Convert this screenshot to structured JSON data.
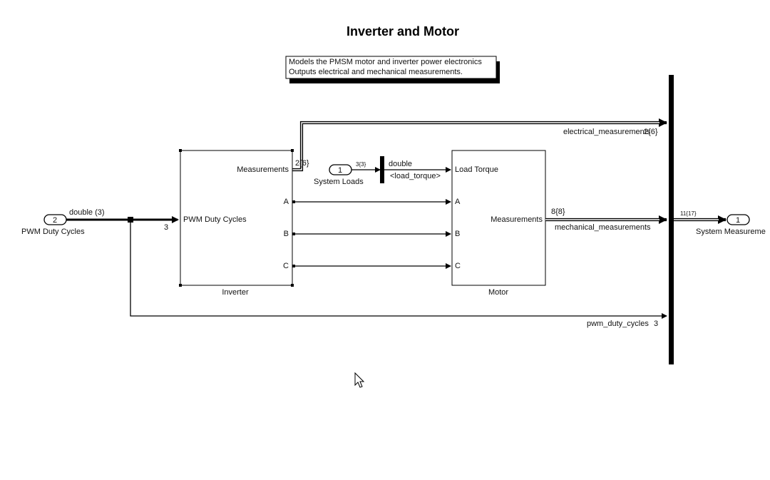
{
  "title": "Inverter and Motor",
  "annotation": {
    "line1": "Models the PMSM motor and inverter power electronics",
    "line2": "Outputs electrical and mechanical measurements."
  },
  "inports": {
    "pwm": {
      "number": "2",
      "label": "PWM Duty Cycles",
      "signal": "double (3)"
    },
    "loads": {
      "number": "1",
      "label": "System Loads",
      "dim": "3{3}"
    }
  },
  "outport": {
    "number": "1",
    "label": "System Measureme",
    "dim": "11{17}"
  },
  "inverter": {
    "name": "Inverter",
    "in_port": "PWM Duty Cycles",
    "out_ports": [
      "Measurements",
      "A",
      "B",
      "C"
    ],
    "in_dim": "3",
    "meas_dim": "2{6}"
  },
  "motor": {
    "name": "Motor",
    "in_ports": [
      "Load Torque",
      "A",
      "B",
      "C"
    ],
    "out_port": "Measurements",
    "meas_dim": "8{8}"
  },
  "load_signal": {
    "type": "double",
    "name": "<load_torque>"
  },
  "bus_signals": {
    "electrical": "electrical_measurements",
    "electrical_dim": "2{6}",
    "mechanical": "mechanical_measurements",
    "pwm": "pwm_duty_cycles",
    "pwm_dim": "3"
  }
}
